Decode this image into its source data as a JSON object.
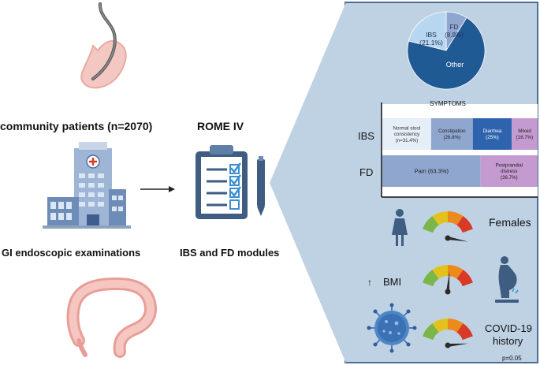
{
  "left": {
    "community_label": "community patients (n=2070)",
    "endoscopy_label": "GI endoscopic examinations"
  },
  "center": {
    "rome_label": "ROME IV",
    "modules_label": "IBS and FD modules"
  },
  "pie": {
    "slices": [
      {
        "label": "FD",
        "pct_text": "(8.9%)",
        "value": 8.9,
        "color": "#8fa6cf"
      },
      {
        "label": "Other",
        "pct_text": "",
        "value": 70.0,
        "color": "#1f5a94"
      },
      {
        "label": "IBS",
        "pct_text": "(21.1%)",
        "value": 21.1,
        "color": "#b7d6ef"
      }
    ]
  },
  "symptoms": {
    "title": "SYMPTOMS",
    "ibs": {
      "label": "IBS",
      "segments": [
        {
          "line1": "Normal stool",
          "line2": "consistency",
          "line3": "(n=31.4%)",
          "value": 31.4,
          "color": "#e6eef7",
          "text_color": "#333"
        },
        {
          "line1": "Constipation",
          "line2": "(26.8%)",
          "line3": "",
          "value": 26.8,
          "color": "#8fa6cf",
          "text_color": "#222"
        },
        {
          "line1": "Diarrhea",
          "line2": "(25%)",
          "line3": "",
          "value": 25.0,
          "color": "#2e64ad",
          "text_color": "#fff"
        },
        {
          "line1": "Mixed",
          "line2": "(16.7%)",
          "line3": "",
          "value": 16.7,
          "color": "#c49ad0",
          "text_color": "#222"
        }
      ]
    },
    "fd": {
      "label": "FD",
      "segments": [
        {
          "line1": "Pain (63.3%)",
          "line2": "",
          "line3": "",
          "value": 63.3,
          "color": "#8fa6cf",
          "text_color": "#222"
        },
        {
          "line1": "Postprandial",
          "line2": "distress",
          "line3": "(36.7%)",
          "value": 36.7,
          "color": "#c49ad0",
          "text_color": "#222"
        }
      ]
    }
  },
  "risk_factors": {
    "females_label": "Females",
    "bmi_arrow": "↑",
    "bmi_label": "BMI",
    "covid_line1": "COVID-19",
    "covid_line2": "history",
    "p_value": "p=0.05"
  },
  "colors": {
    "panel_bg": "#bfd2e4",
    "panel_border": "#4d6e91",
    "gauge_green": "#7ab648",
    "gauge_yellow": "#e3c21e",
    "gauge_orange": "#ec8a1b",
    "gauge_red": "#d83a26"
  }
}
